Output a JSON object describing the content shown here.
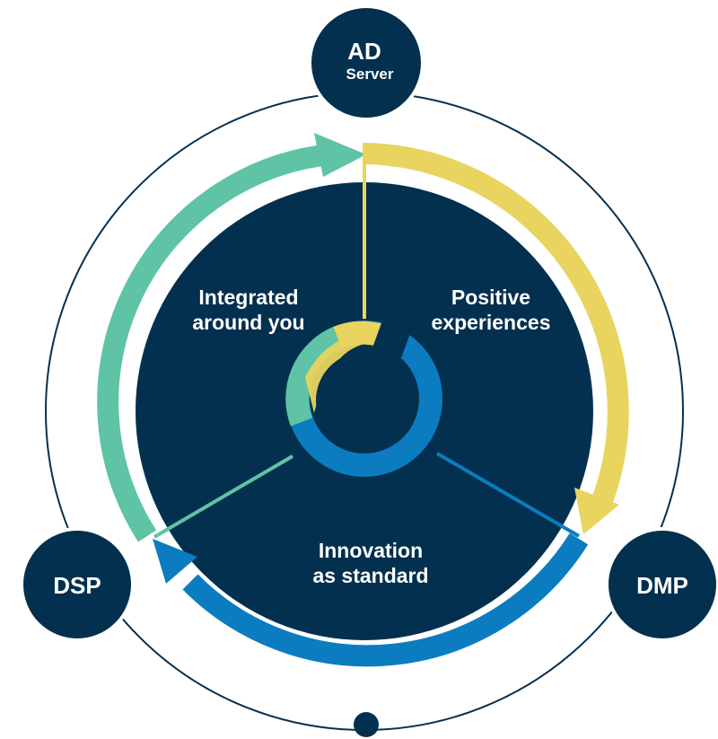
{
  "colors": {
    "navy": "#04304f",
    "green": "#5fc3a5",
    "yellow": "#e8d45e",
    "blue": "#0c7cc0",
    "white": "#ffffff"
  },
  "nodes": {
    "top": {
      "title": "AD",
      "subtitle": "Server"
    },
    "left": {
      "title": "DSP"
    },
    "right": {
      "title": "DMP"
    }
  },
  "segments": {
    "top_left": {
      "line1": "Integrated",
      "line2": "around you",
      "color": "green"
    },
    "top_right": {
      "line1": "Positive",
      "line2": "experiences",
      "color": "yellow"
    },
    "bottom": {
      "line1": "Innovation",
      "line2": "as standard",
      "color": "blue"
    }
  },
  "icons": {
    "center": "cycle-ring-icon",
    "bottom_dot": "dot-icon"
  }
}
